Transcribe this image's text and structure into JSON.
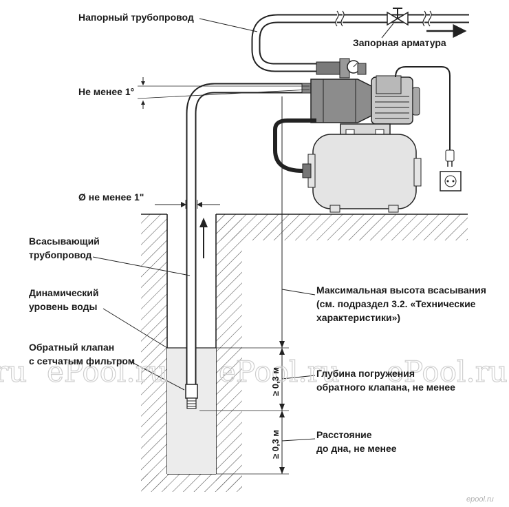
{
  "labels": {
    "pressure_pipeline": "Напорный трубопровод",
    "shutoff_valve": "Запорная арматура",
    "min_slope": "Не менее 1°",
    "min_diameter": "Ø не менее 1\"",
    "suction_pipeline_l1": "Всасывающий",
    "suction_pipeline_l2": "трубопровод",
    "dynamic_level_l1": "Динамический",
    "dynamic_level_l2": "уровень воды",
    "check_valve_l1": "Обратный клапан",
    "check_valve_l2": "с сетчатым фильтром",
    "max_suction_l1": "Максимальная высота всасывания",
    "max_suction_l2": "(см. подраздел 3.2. «Технические",
    "max_suction_l3": "характеристики»)",
    "valve_depth_l1": "Глубина погружения",
    "valve_depth_l2": "обратного клапана, не менее",
    "bottom_dist_l1": "Расстояние",
    "bottom_dist_l2": "до дна, не менее",
    "dim_depth": "≥ 0,3 м",
    "dim_bottom": "≥ 0,3 м"
  },
  "watermarks": {
    "left": "ru",
    "center": "ePool.ru",
    "center2": "ePool.ru",
    "right": "ePool.ru",
    "corner": "epool.ru"
  },
  "colors": {
    "ink": "#1a1a1a",
    "metal": "#8c8c8c",
    "tank": "#e4e4e4",
    "water": "#ececec"
  }
}
